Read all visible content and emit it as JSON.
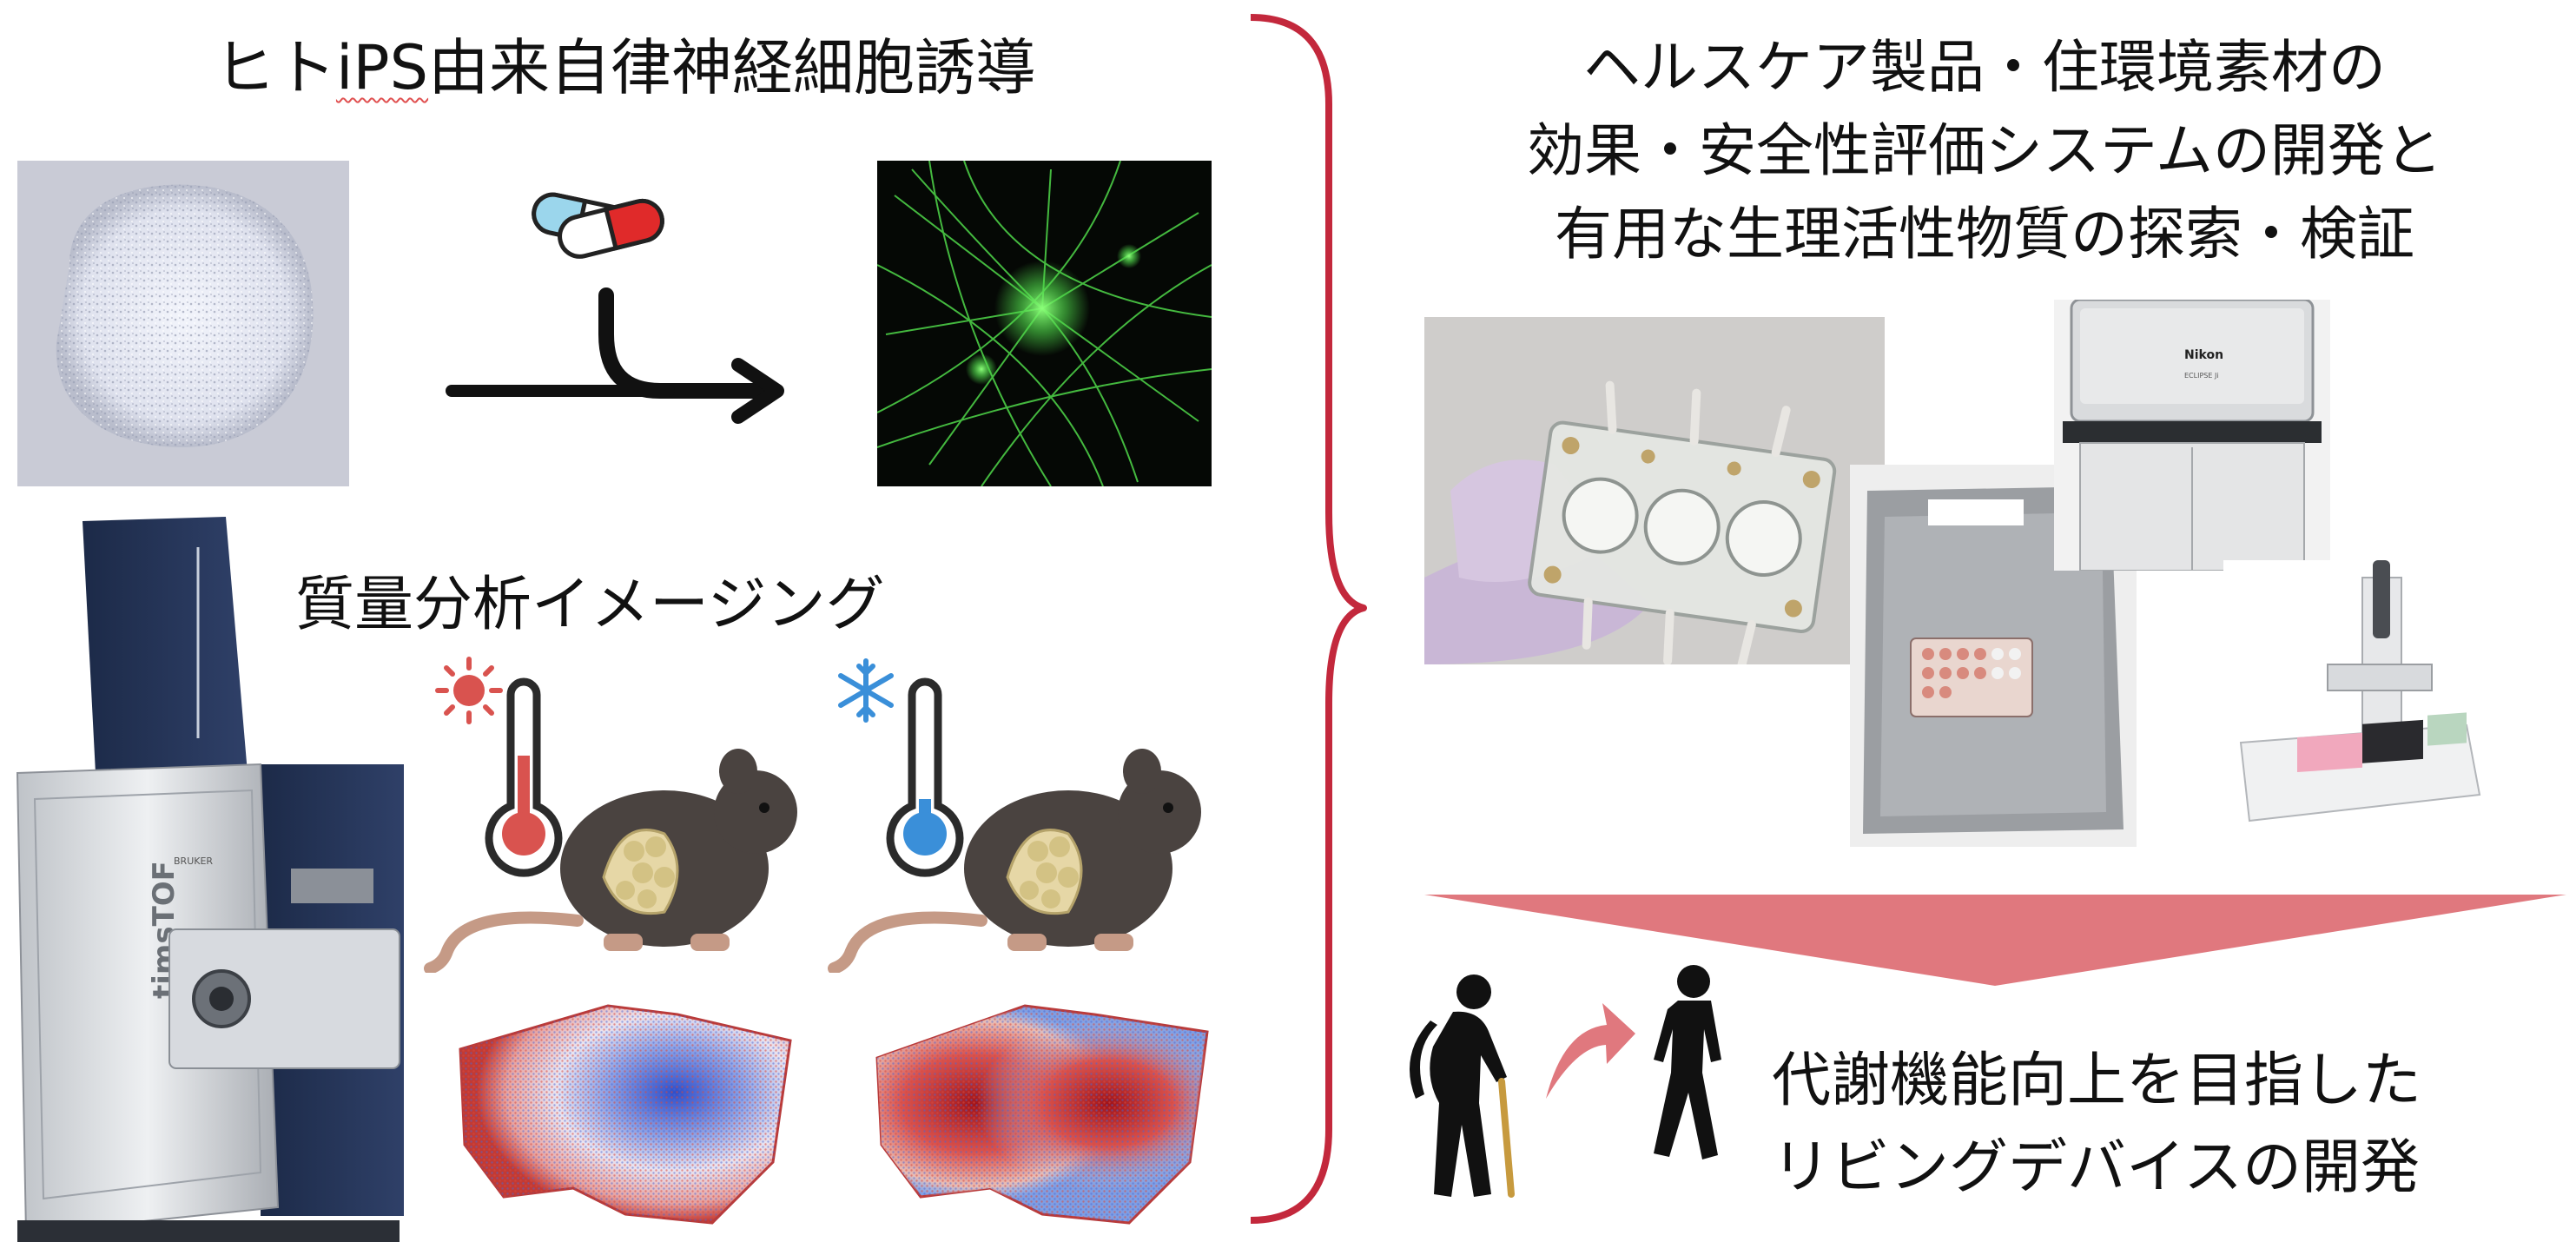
{
  "left_heading": {
    "prefix": "ヒト",
    "underlined": "iPS",
    "suffix": "由来自律神経細胞誘導"
  },
  "right_heading": [
    "ヘルスケア製品・住環境素材の",
    "効果・安全性評価システムの開発と",
    "有用な生理活性物質の探索・検証"
  ],
  "imaging_label": "質量分析イメージング",
  "bottom_label": [
    "代謝機能向上を目指した",
    "リビングデバイスの開発"
  ],
  "instrument_text": "timsTOF",
  "instrument_brand": "BRUKER",
  "microscope_brand": "Nikon",
  "microscope_model": "ECLIPSE Ji",
  "colors": {
    "brace": "#c3283c",
    "arrow_pink": "#e0787e",
    "neuron_green": "#4fd94a",
    "hot": "#d9534f",
    "cold": "#3a8fd9"
  },
  "icons": [
    "capsule-pill-icon",
    "arrow-icon",
    "sun-icon",
    "snowflake-icon",
    "thermometer-hot-icon",
    "thermometer-cold-icon",
    "mouse-icon",
    "walking-person-icon",
    "elderly-person-icon"
  ]
}
